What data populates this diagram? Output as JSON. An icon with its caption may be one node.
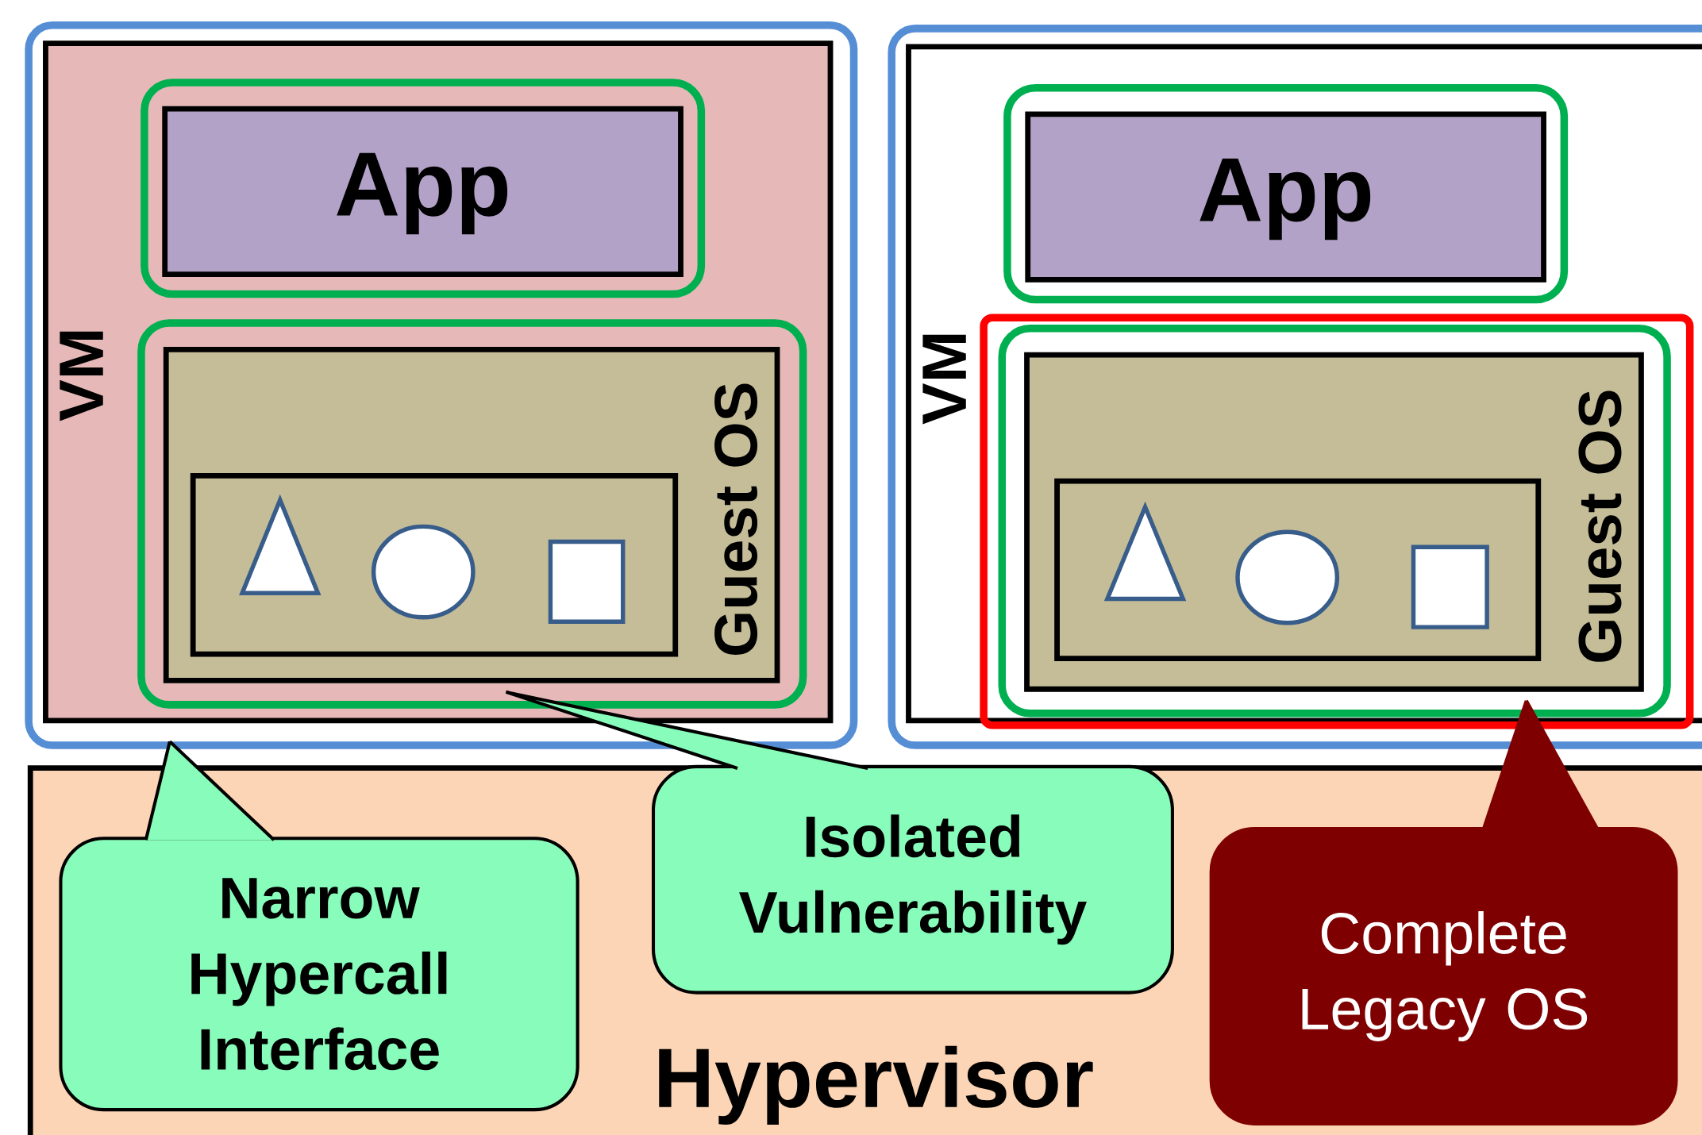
{
  "diagram": {
    "nodes": [
      {
        "text": [
          "VM"
        ]
      },
      {
        "text": [
          "App"
        ],
        "in": 0
      },
      {
        "text": [
          "Guest OS"
        ],
        "in": 0
      },
      {
        "text": [],
        "shape": "box",
        "in": 2
      },
      {
        "text": [],
        "shape": "triangle",
        "in": 3
      },
      {
        "text": [],
        "shape": "circle",
        "in": 3
      },
      {
        "text": [],
        "shape": "square",
        "in": 3
      },
      {
        "text": [
          "VM"
        ]
      },
      {
        "text": [
          "App"
        ],
        "in": 7
      },
      {
        "text": [],
        "shape": "box",
        "in": 7
      },
      {
        "text": [
          "Guest OS"
        ],
        "in": 9
      },
      {
        "text": [],
        "shape": "box",
        "in": 10
      },
      {
        "text": [],
        "shape": "triangle",
        "in": 11
      },
      {
        "text": [],
        "shape": "circle",
        "in": 11
      },
      {
        "text": [],
        "shape": "square",
        "in": 11
      },
      {
        "text": [
          "Hypervisor"
        ]
      },
      {
        "text": [
          "Narrow Hypercall Interface"
        ],
        "in": 15
      },
      {
        "text": [
          "Isolated Vulnerability"
        ],
        "in": 15
      },
      {
        "text": [
          "Complete Legacy OS"
        ],
        "in": 15
      }
    ],
    "edges": [
      {
        "from": 16,
        "to": 0,
        "arrow": "none"
      },
      {
        "from": 17,
        "to": 2,
        "arrow": "none"
      },
      {
        "from": 18,
        "to": 10,
        "arrow": "none",
        "color": "#7f0000"
      }
    ]
  }
}
